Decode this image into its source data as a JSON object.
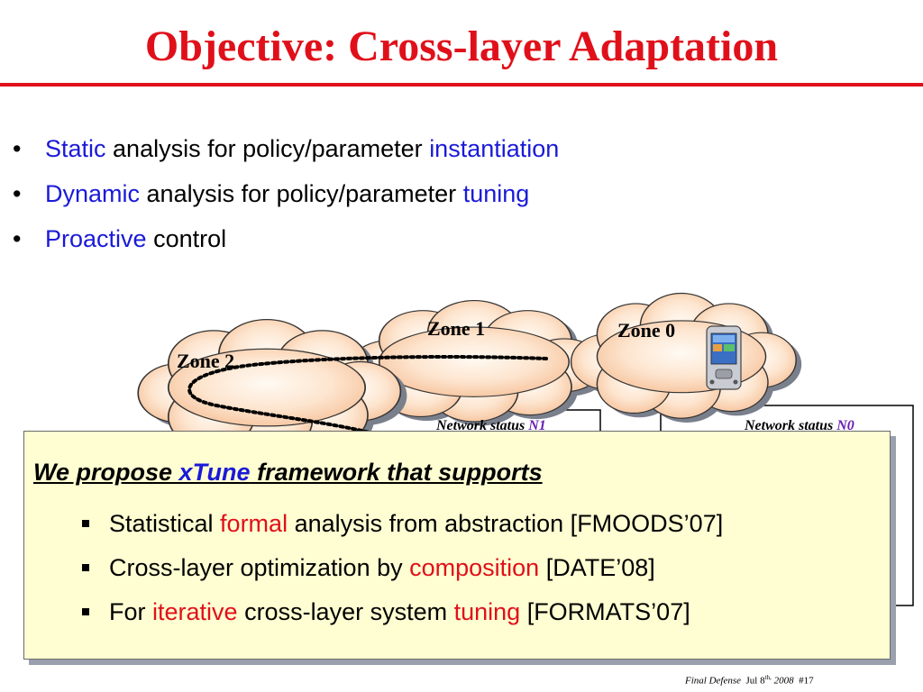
{
  "slide": {
    "title": "Objective: Cross-layer Adaptation",
    "bullets": [
      {
        "dot": "•",
        "a": "Static",
        "b": " analysis for policy/parameter ",
        "c": "instantiation"
      },
      {
        "dot": "•",
        "a": "Dynamic",
        "b": " analysis for policy/parameter ",
        "c": "tuning"
      },
      {
        "dot": "•",
        "a": "Proactive",
        "b": " control",
        "c": ""
      }
    ]
  },
  "diagram": {
    "zones": {
      "zone1": "Zone 1",
      "zone0": "Zone 0",
      "zone2": "Zone 2"
    },
    "status_boxes": {
      "left": {
        "label": "Network status ",
        "value": "N1"
      },
      "right": {
        "label": "Network status ",
        "value": "N0"
      }
    },
    "icons": [
      "cloud-icon",
      "pda-device-icon"
    ]
  },
  "proposal": {
    "head_pre": "We propose ",
    "head_name": "xTune",
    "head_post": " framework that supports",
    "items": [
      {
        "pre": "Statistical ",
        "hl": "formal",
        "post": " analysis from abstraction [FMOODS’07]"
      },
      {
        "pre": "Cross-layer optimization by ",
        "hl": "composition",
        "post": " [DATE’08]"
      },
      {
        "pre": "For ",
        "hl": "iterative",
        "post": " cross-layer system ",
        "hl2": "tuning",
        "post2": " [FORMATS’07]"
      }
    ]
  },
  "footer": {
    "event": "Final Defense",
    "date_pre": "Jul 8",
    "date_sup": "th,",
    "year": "2008",
    "slide_no": "#17"
  },
  "colors": {
    "title": "#e0101a",
    "accent_blue": "#1a1ad8",
    "highlight_red": "#e0101a",
    "box_bg": "#fffed2"
  }
}
